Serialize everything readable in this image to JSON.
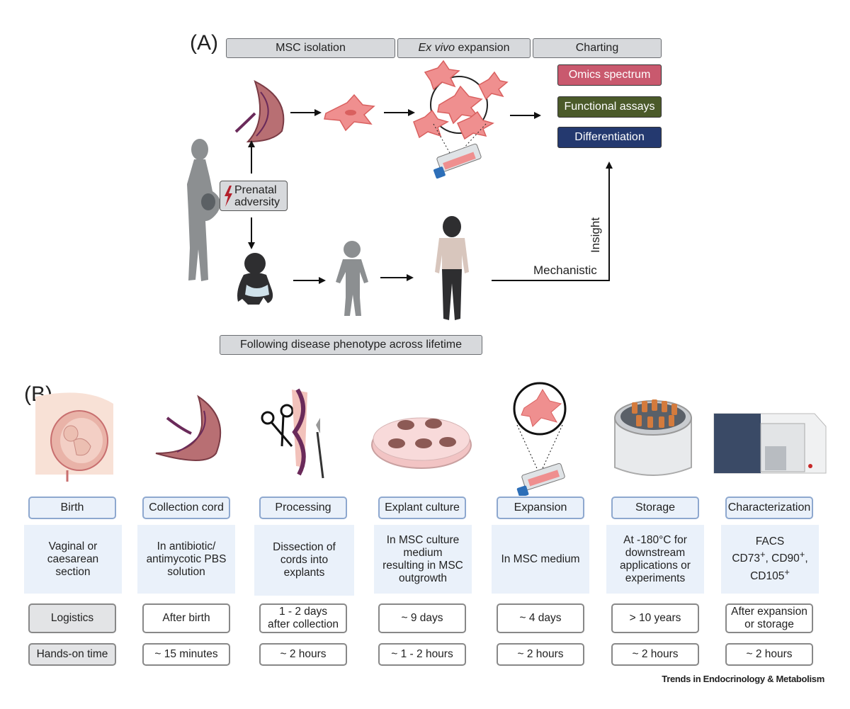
{
  "panel_a": {
    "label": "(A)",
    "headers": [
      "MSC isolation",
      "expansion",
      "Charting"
    ],
    "header_italic": "Ex vivo",
    "charting": [
      {
        "label": "Omics spectrum",
        "color": "#c9596e"
      },
      {
        "label": "Functional assays",
        "color": "#4b5a2a"
      },
      {
        "label": "Differentiation",
        "color": "#24396f"
      }
    ],
    "adversity_line1": "Prenatal",
    "adversity_line2": "adversity",
    "mechanistic": "Mechanistic",
    "insight": "Insight",
    "lifetime": "Following disease phenotype across lifetime"
  },
  "panel_b": {
    "label": "(B)",
    "steps": [
      "Birth",
      "Collection cord",
      "Processing",
      "Explant culture",
      "Expansion",
      "Storage",
      "Characterization"
    ],
    "descriptions": [
      [
        "Vaginal or",
        "caesarean",
        "section"
      ],
      [
        "In antibiotic/",
        "antimycotic PBS",
        "solution"
      ],
      [
        "Dissection of",
        "cords into",
        "explants"
      ],
      [
        "In MSC culture",
        "medium",
        "resulting in MSC",
        "outgrowth"
      ],
      [
        "In MSC medium"
      ],
      [
        "At -180°C for",
        "downstream",
        "applications or",
        "experiments"
      ],
      [
        "FACS"
      ]
    ],
    "facs_markers": [
      "CD73",
      "CD90",
      "CD105"
    ],
    "facs_sup": "+",
    "logistics_label": "Logistics",
    "logistics": [
      [
        "After birth"
      ],
      [
        "1 - 2 days",
        "after collection"
      ],
      [
        "~ 9 days"
      ],
      [
        "~ 4 days"
      ],
      [
        "> 10 years"
      ],
      [
        "After expansion",
        "or storage"
      ]
    ],
    "handson_label": "Hands-on time",
    "handson": [
      "~ 15 minutes",
      "~ 2 hours",
      "~ 1 - 2 hours",
      "~ 2 hours",
      "~ 2 hours",
      "~ 2 hours"
    ]
  },
  "credit": "Trends in Endocrinology & Metabolism",
  "colors": {
    "cell_pink": "#ef8f8f",
    "cell_dark": "#d9605f",
    "placenta": "#b86f73",
    "vessel": "#6a2a5a",
    "silhouette": "#8c8f91",
    "person_dark": "#2e2e30",
    "box_blue_border": "#8ea8cf",
    "box_blue_fill": "#eaf1fa"
  }
}
